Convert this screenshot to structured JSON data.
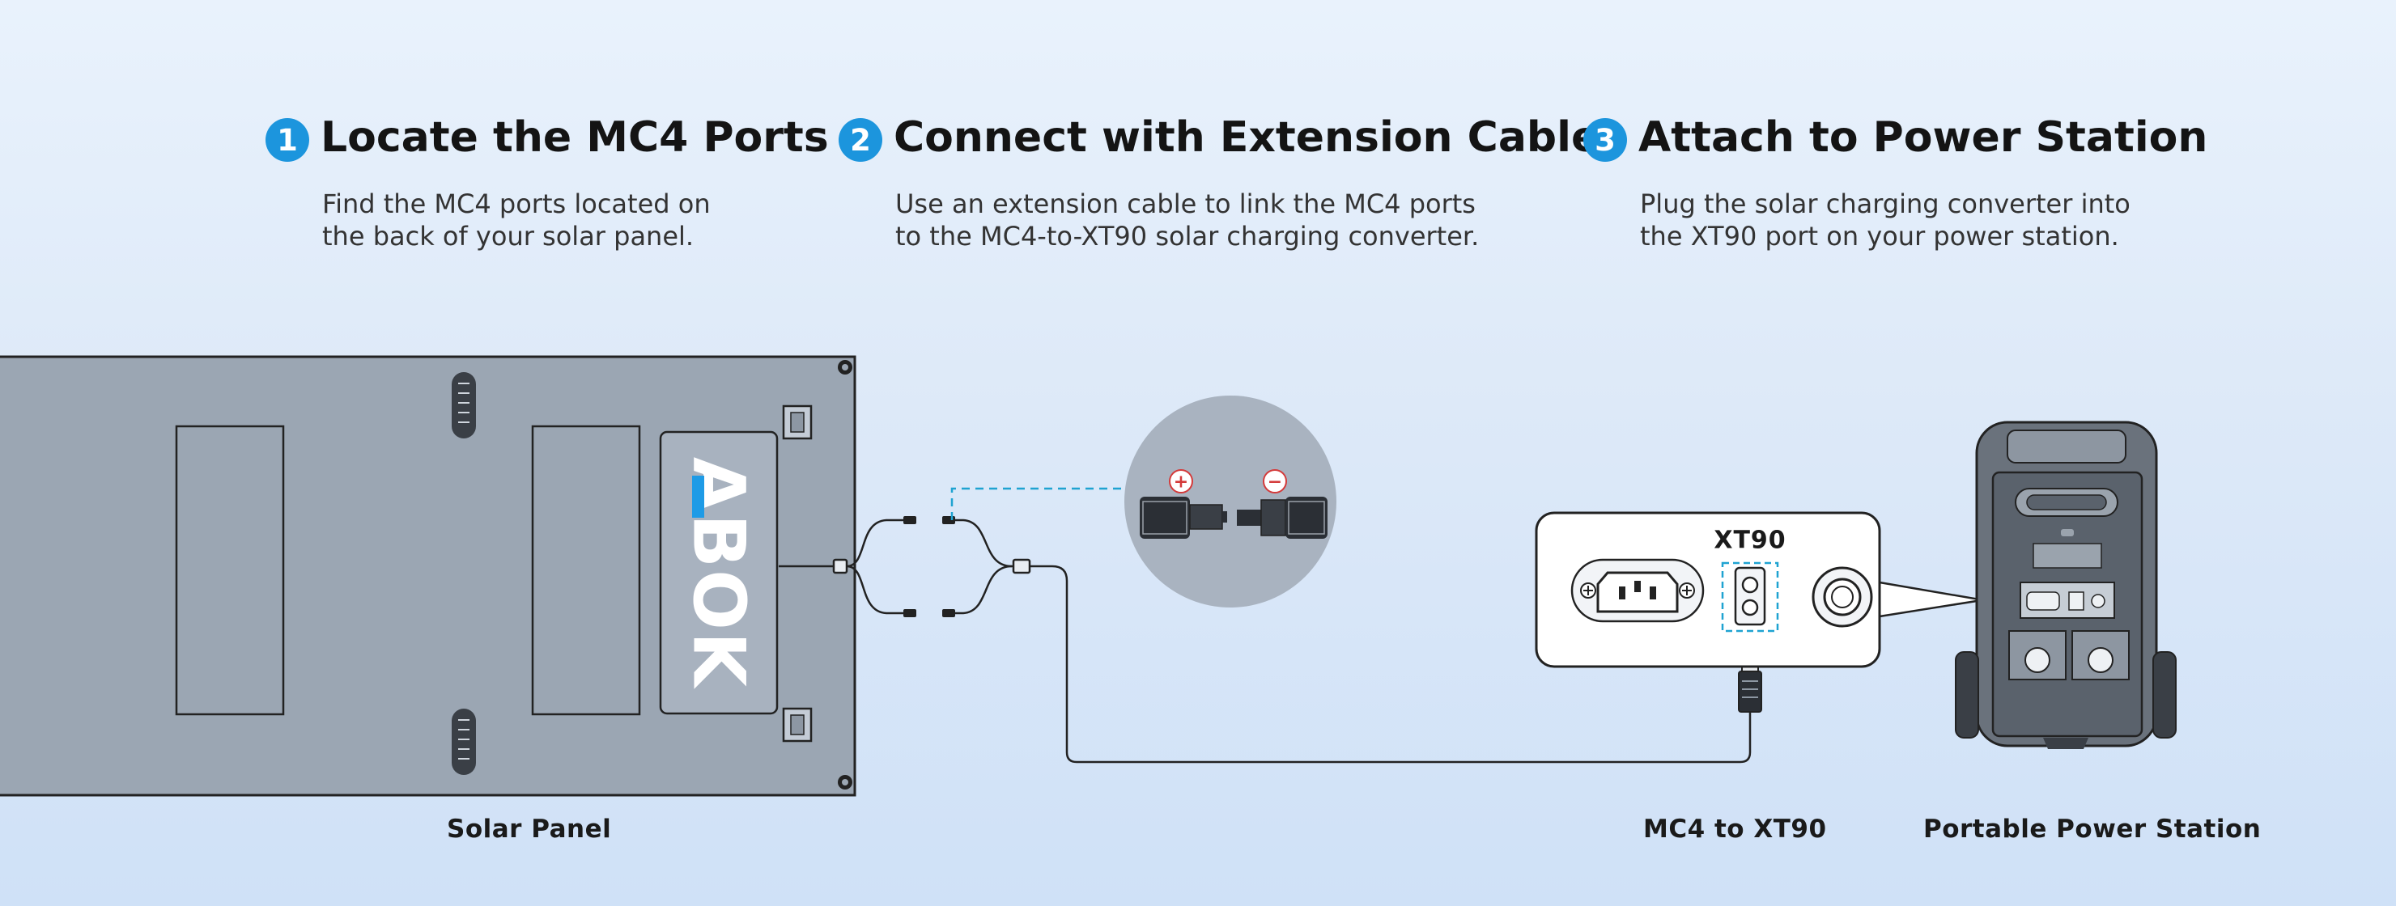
{
  "steps": [
    {
      "number": "1",
      "title": "Locate the MC4 Ports",
      "desc_line1": "Find the MC4 ports located on",
      "desc_line2": "the back of your solar panel."
    },
    {
      "number": "2",
      "title": "Connect with Extension Cable",
      "desc_line1": "Use an extension cable to link the MC4 ports",
      "desc_line2": "to the MC4-to-XT90 solar charging converter."
    },
    {
      "number": "3",
      "title": "Attach to Power Station",
      "desc_line1": "Plug the solar charging converter into",
      "desc_line2": "the XT90 port on your power station."
    }
  ],
  "labels": {
    "solar_panel": "Solar Panel",
    "mc4_to_xt90": "MC4 to XT90",
    "power_station": "Portable Power Station"
  },
  "diagram": {
    "brand_logo": "ABOK",
    "xt90_port_label": "XT90",
    "mc4_positive_symbol": "+",
    "mc4_negative_symbol": "−"
  },
  "colors": {
    "step_badge": "#1c95dd",
    "highlight_dashed": "#1fa3d1",
    "panel_fill": "#9ba6b3",
    "logo_accent": "#1e9be6"
  }
}
